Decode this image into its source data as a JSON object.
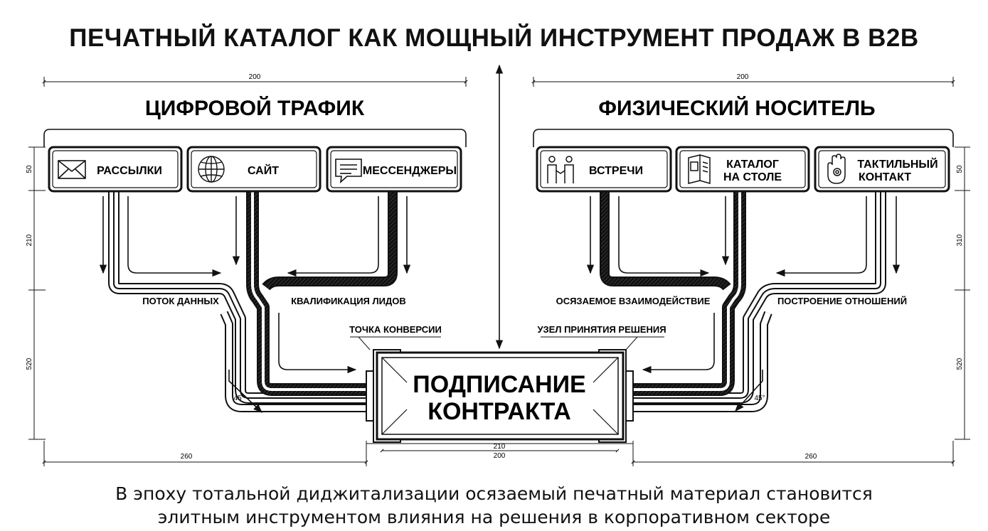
{
  "title": "ПЕЧАТНЫЙ КАТАЛОГ КАК МОЩНЫЙ ИНСТРУМЕНТ  ПРОДАЖ В B2B",
  "left": {
    "header": "ЦИФРОВОЙ ТРАФИК",
    "width_dim": "200",
    "boxes": [
      {
        "label": "РАССЫЛКИ",
        "icon": "envelope-icon"
      },
      {
        "label": "САЙТ",
        "icon": "globe-icon"
      },
      {
        "label": "МЕССЕНДЖЕРЫ",
        "icon": "chat-icon"
      }
    ],
    "flow_labels": [
      "ПОТОК ДАННЫХ",
      "КВАЛИФИКАЦИЯ ЛИДОВ"
    ],
    "callout": "ТОЧКА КОНВЕРСИИ",
    "angle": "45°",
    "dims": {
      "box_h": "50",
      "mid": "210",
      "low": "520",
      "bottom": "260"
    }
  },
  "right": {
    "header": "ФИЗИЧЕСКИЙ НОСИТЕЛЬ",
    "width_dim": "200",
    "boxes": [
      {
        "label": "ВСТРЕЧИ",
        "icon": "handshake-people-icon"
      },
      {
        "label_lines": [
          "КАТАЛОГ",
          "НА СТОЛЕ"
        ],
        "icon": "catalog-book-icon"
      },
      {
        "label_lines": [
          "ТАКТИЛЬНЫЙ",
          "КОНТАКТ"
        ],
        "icon": "hand-touch-icon"
      }
    ],
    "flow_labels": [
      "ОСЯЗАЕМОЕ ВЗАИМОДЕЙСТВИЕ",
      "ПОСТРОЕНИЕ ОТНОШЕНИЙ"
    ],
    "callout": "УЗЕЛ ПРИНЯТИЯ РЕШЕНИЯ",
    "angle": "45°",
    "dims": {
      "box_h": "50",
      "mid": "310",
      "low": "520",
      "bottom": "260"
    }
  },
  "center": {
    "lines": [
      "ПОДПИСАНИЕ",
      "КОНТРАКТА"
    ],
    "dim_top": "210",
    "dim_bottom": "200"
  },
  "caption_lines": [
    "В эпоху тотальной диджитализации осязаемый печатный материал становится",
    "элитным инструментом влияния на решения в корпоративном секторе"
  ]
}
